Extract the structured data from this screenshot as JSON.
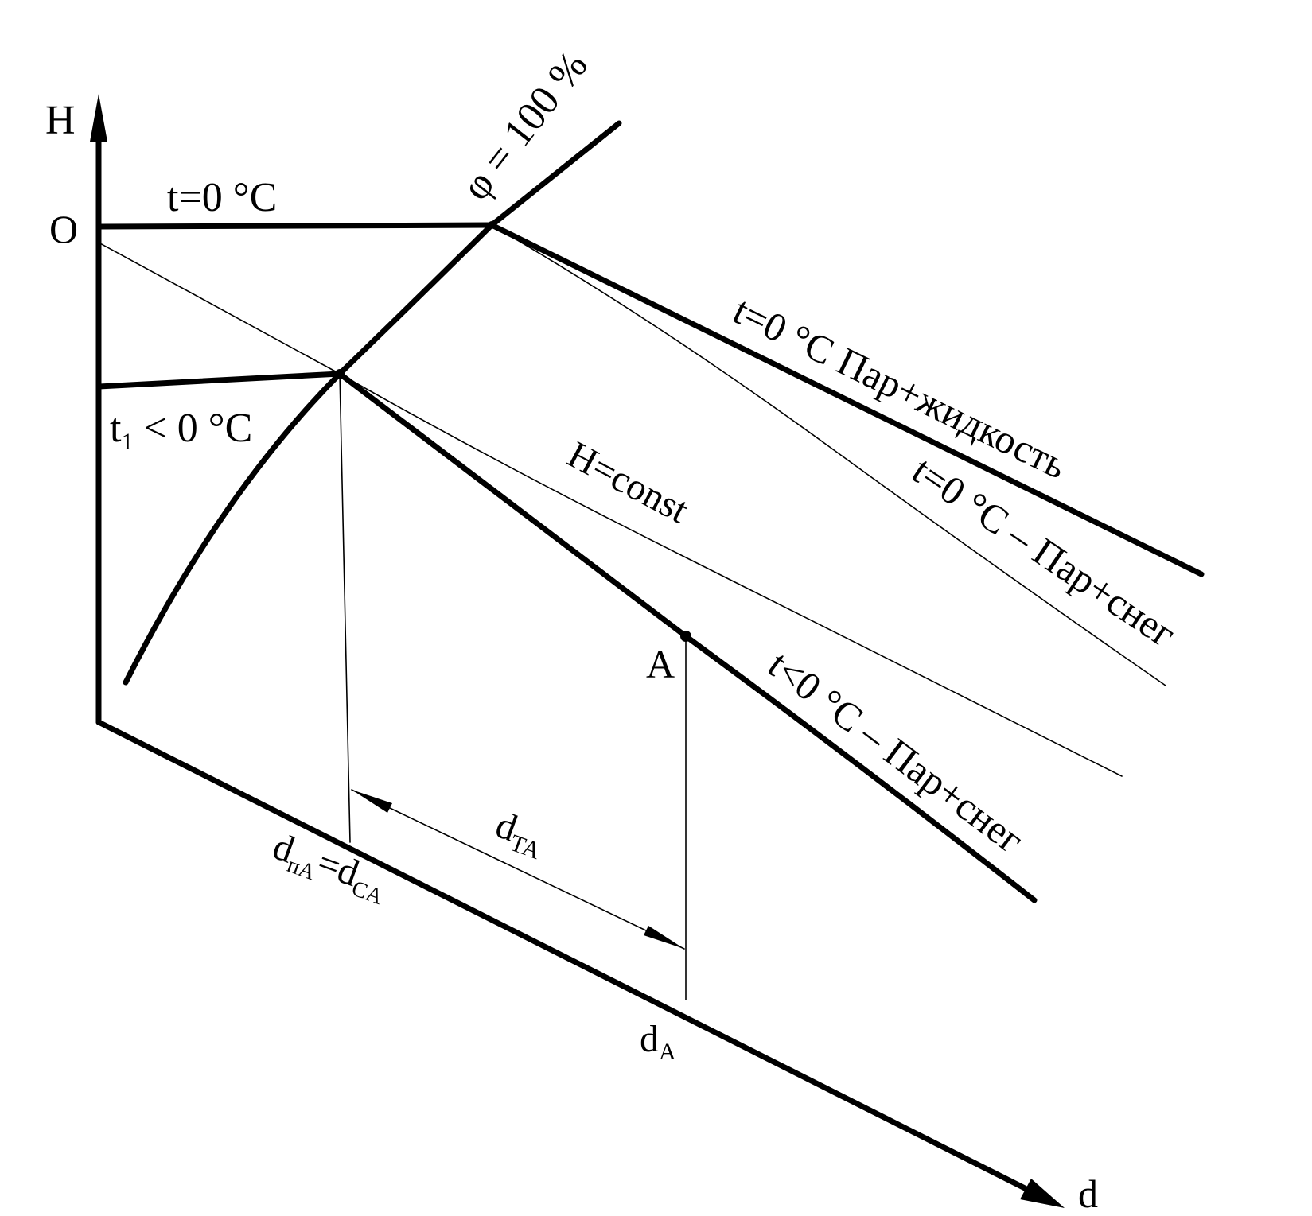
{
  "labels": {
    "axis_h": "H",
    "axis_d": "d",
    "origin": "O",
    "phi": "φ = 100 %",
    "t0": "t=0 °C",
    "t1_pre": "t",
    "t1_sub": "1",
    "t1_post": " < 0 °C",
    "t0_liquid": "t=0 °C  Пар+жидкость",
    "t0_snow": "t=0 °C – Пар+снег",
    "tneg_snow": "t<0 °C – Пар+снег",
    "h_const": "H=const",
    "point_a": "A",
    "d_ta_main": "d",
    "d_ta_sub": "TA",
    "d_pa_main": "d",
    "d_pa_sub": "пА",
    "d_eq": "=d",
    "d_ca_sub": "CA",
    "d_a_main": "d",
    "d_a_sub": "A"
  }
}
